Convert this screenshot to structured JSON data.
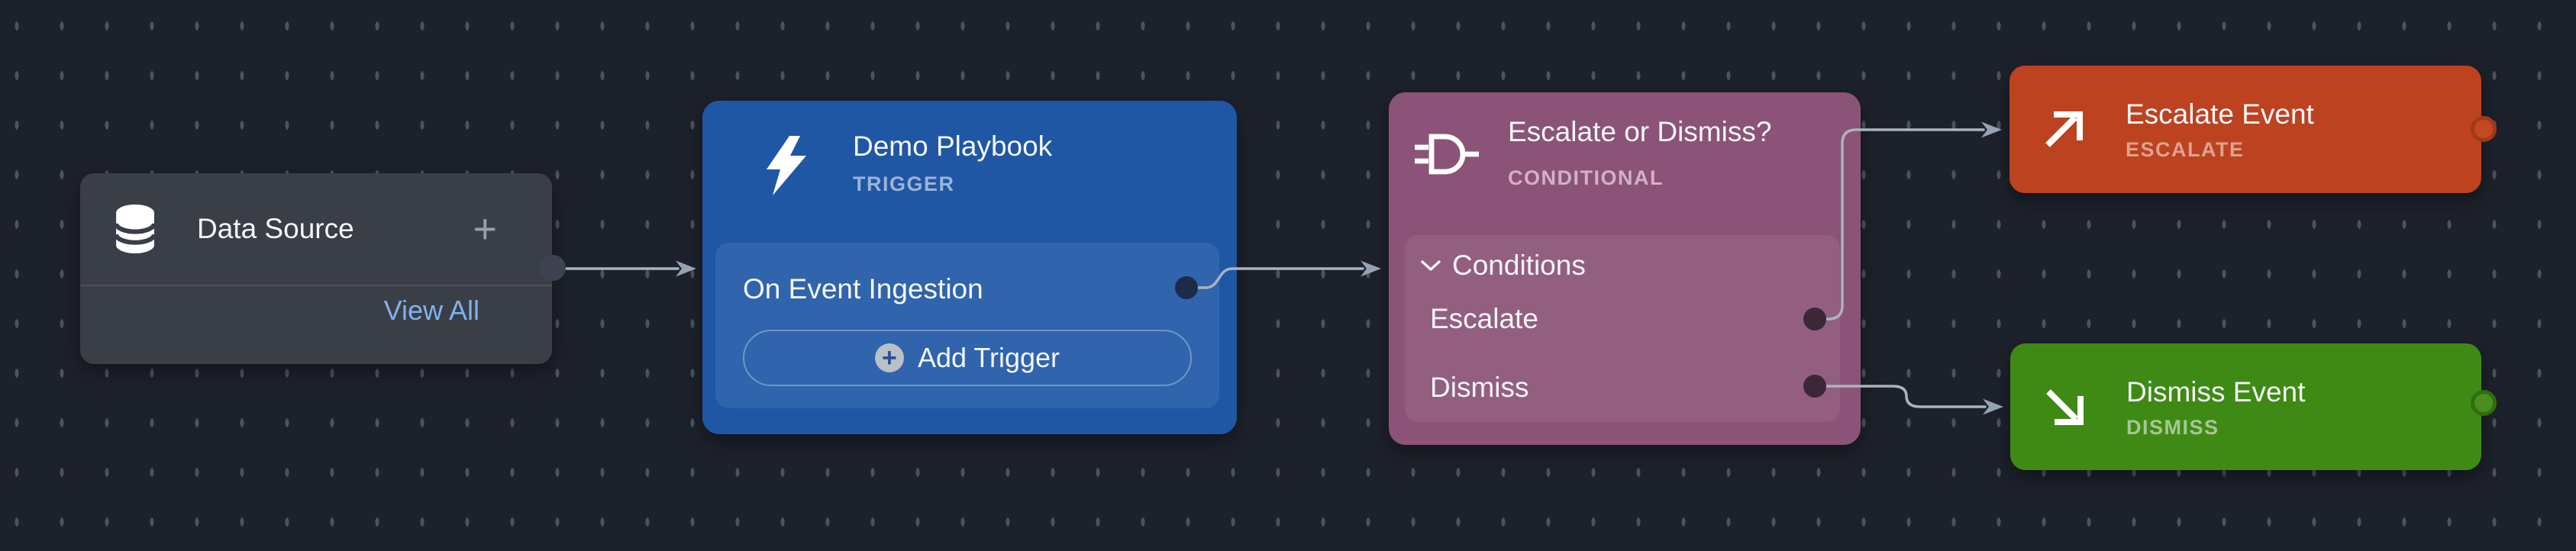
{
  "canvas": {
    "background_color": "#1d212b",
    "grid_dot_color": "#4d535e",
    "edge_color": "#a8b4c0"
  },
  "nodes": {
    "data_source": {
      "title": "Data Source",
      "icon": "database-icon",
      "add_icon_char": "+",
      "view_all_label": "View All",
      "color": "#3a3e47",
      "link_color": "#82b1ec"
    },
    "demo_playbook": {
      "title": "Demo Playbook",
      "type_label": "TRIGGER",
      "icon": "lightning-bolt-icon",
      "color": "#1f57a5",
      "trigger_item_label": "On Event Ingestion",
      "add_trigger_label": "Add Trigger",
      "add_trigger_icon_char": "+"
    },
    "conditional": {
      "title": "Escalate or Dismiss?",
      "type_label": "CONDITIONAL",
      "icon": "logic-gate-icon",
      "color": "#8b5377",
      "conditions_label": "Conditions",
      "branches": [
        "Escalate",
        "Dismiss"
      ]
    },
    "escalate_event": {
      "title": "Escalate Event",
      "type_label": "ESCALATE",
      "icon": "arrow-up-right-icon",
      "color": "#bd4220"
    },
    "dismiss_event": {
      "title": "Dismiss Event",
      "type_label": "DISMISS",
      "icon": "arrow-down-right-icon",
      "color": "#3f8a15"
    }
  },
  "edges": [
    {
      "from": "Data Source",
      "to": "Demo Playbook"
    },
    {
      "from": "On Event Ingestion",
      "to": "Escalate or Dismiss?"
    },
    {
      "from": "Escalate",
      "to": "Escalate Event"
    },
    {
      "from": "Dismiss",
      "to": "Dismiss Event"
    }
  ]
}
